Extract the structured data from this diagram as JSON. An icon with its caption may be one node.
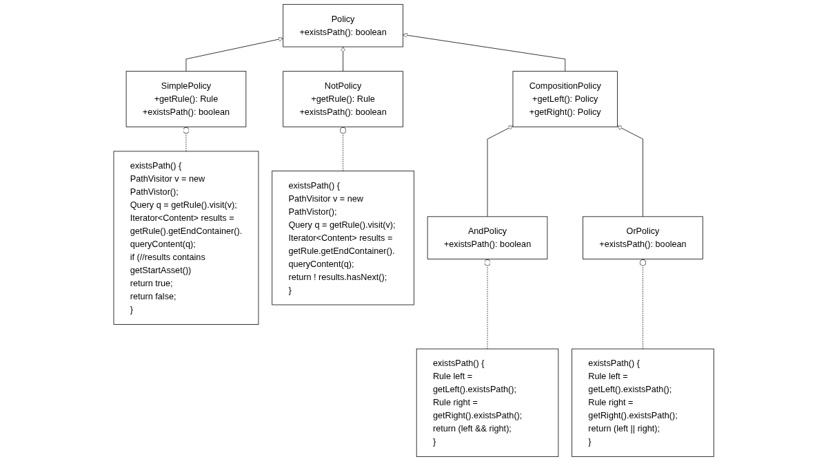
{
  "diagram": {
    "nodes": [
      {
        "text": [
          "Policy",
          "+existsPath(): boolean"
        ]
      },
      {
        "text": [
          "SimplePolicy",
          "+getRule(): Rule",
          "+existsPath(): boolean"
        ]
      },
      {
        "text": [
          "NotPolicy",
          "+getRule(): Rule",
          "+existsPath(): boolean"
        ]
      },
      {
        "text": [
          "CompositionPolicy",
          "+getLeft(): Policy",
          "+getRight(): Policy"
        ]
      },
      {
        "text": [
          "existsPath() {",
          "PathVisitor v = new PathVistor();",
          "Query q = getRule().visit(v);",
          "Iterator<Content> results =",
          "getRule().getEndContainer().",
          "queryContent(q);",
          "if (//results contains getStartAsset())",
          "return true;",
          "return false;",
          "}"
        ]
      },
      {
        "text": [
          "existsPath() {",
          "PathVisitor v = new PathVistor();",
          "Query q = getRule().visit(v);",
          "Iterator<Content> results =",
          "getRule.getEndContainer().",
          "queryContent(q);",
          "return ! results.hasNext();",
          "}"
        ]
      },
      {
        "text": [
          "AndPolicy",
          "+existsPath(): boolean"
        ]
      },
      {
        "text": [
          "OrPolicy",
          "+existsPath(): boolean"
        ]
      },
      {
        "text": [
          "existsPath() {",
          "Rule left = getLeft().existsPath();",
          "Rule right = getRight().existsPath();",
          "return (left && right);",
          "}"
        ]
      },
      {
        "text": [
          "existsPath() {",
          "Rule left = getLeft().existsPath();",
          "Rule right = getRight().existsPath();",
          "return (left || right);",
          "}"
        ]
      }
    ],
    "edges": [
      {
        "from": 1,
        "to": 0,
        "arrow": "to"
      },
      {
        "from": 2,
        "to": 0,
        "arrow": "to"
      },
      {
        "from": 3,
        "to": 0,
        "arrow": "to"
      },
      {
        "from": 4,
        "to": 1,
        "arrow": "other",
        "style": "dashed"
      },
      {
        "from": 5,
        "to": 2,
        "arrow": "other",
        "style": "dashed"
      },
      {
        "from": 6,
        "to": 3,
        "arrow": "to"
      },
      {
        "from": 7,
        "to": 3,
        "arrow": "to"
      },
      {
        "from": 8,
        "to": 6,
        "arrow": "other",
        "style": "dashed"
      },
      {
        "from": 9,
        "to": 7,
        "arrow": "other",
        "style": "dashed"
      }
    ]
  }
}
